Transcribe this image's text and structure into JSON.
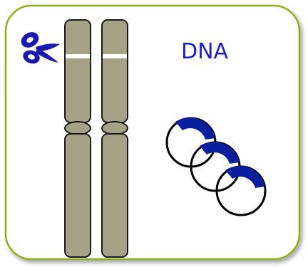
{
  "diagram": {
    "label": "DNA",
    "icons": {
      "scissors": "scissors-icon",
      "chromosomes": "chromosome-icon",
      "plasmids": "plasmid-icon"
    },
    "colors": {
      "panel_border": "#8fae1b",
      "panel_fill": "#ffffff",
      "chromosome_fill": "#a6a286",
      "chromosome_stroke": "#1a1a1a",
      "band": "#ffffff",
      "scissors": "#1a1ab0",
      "plasmid_ring": "#000000",
      "plasmid_insert": "#0a1f9e",
      "label": "#1f1fbf"
    },
    "counts": {
      "chromosomes": 2,
      "plasmids": 3
    }
  }
}
